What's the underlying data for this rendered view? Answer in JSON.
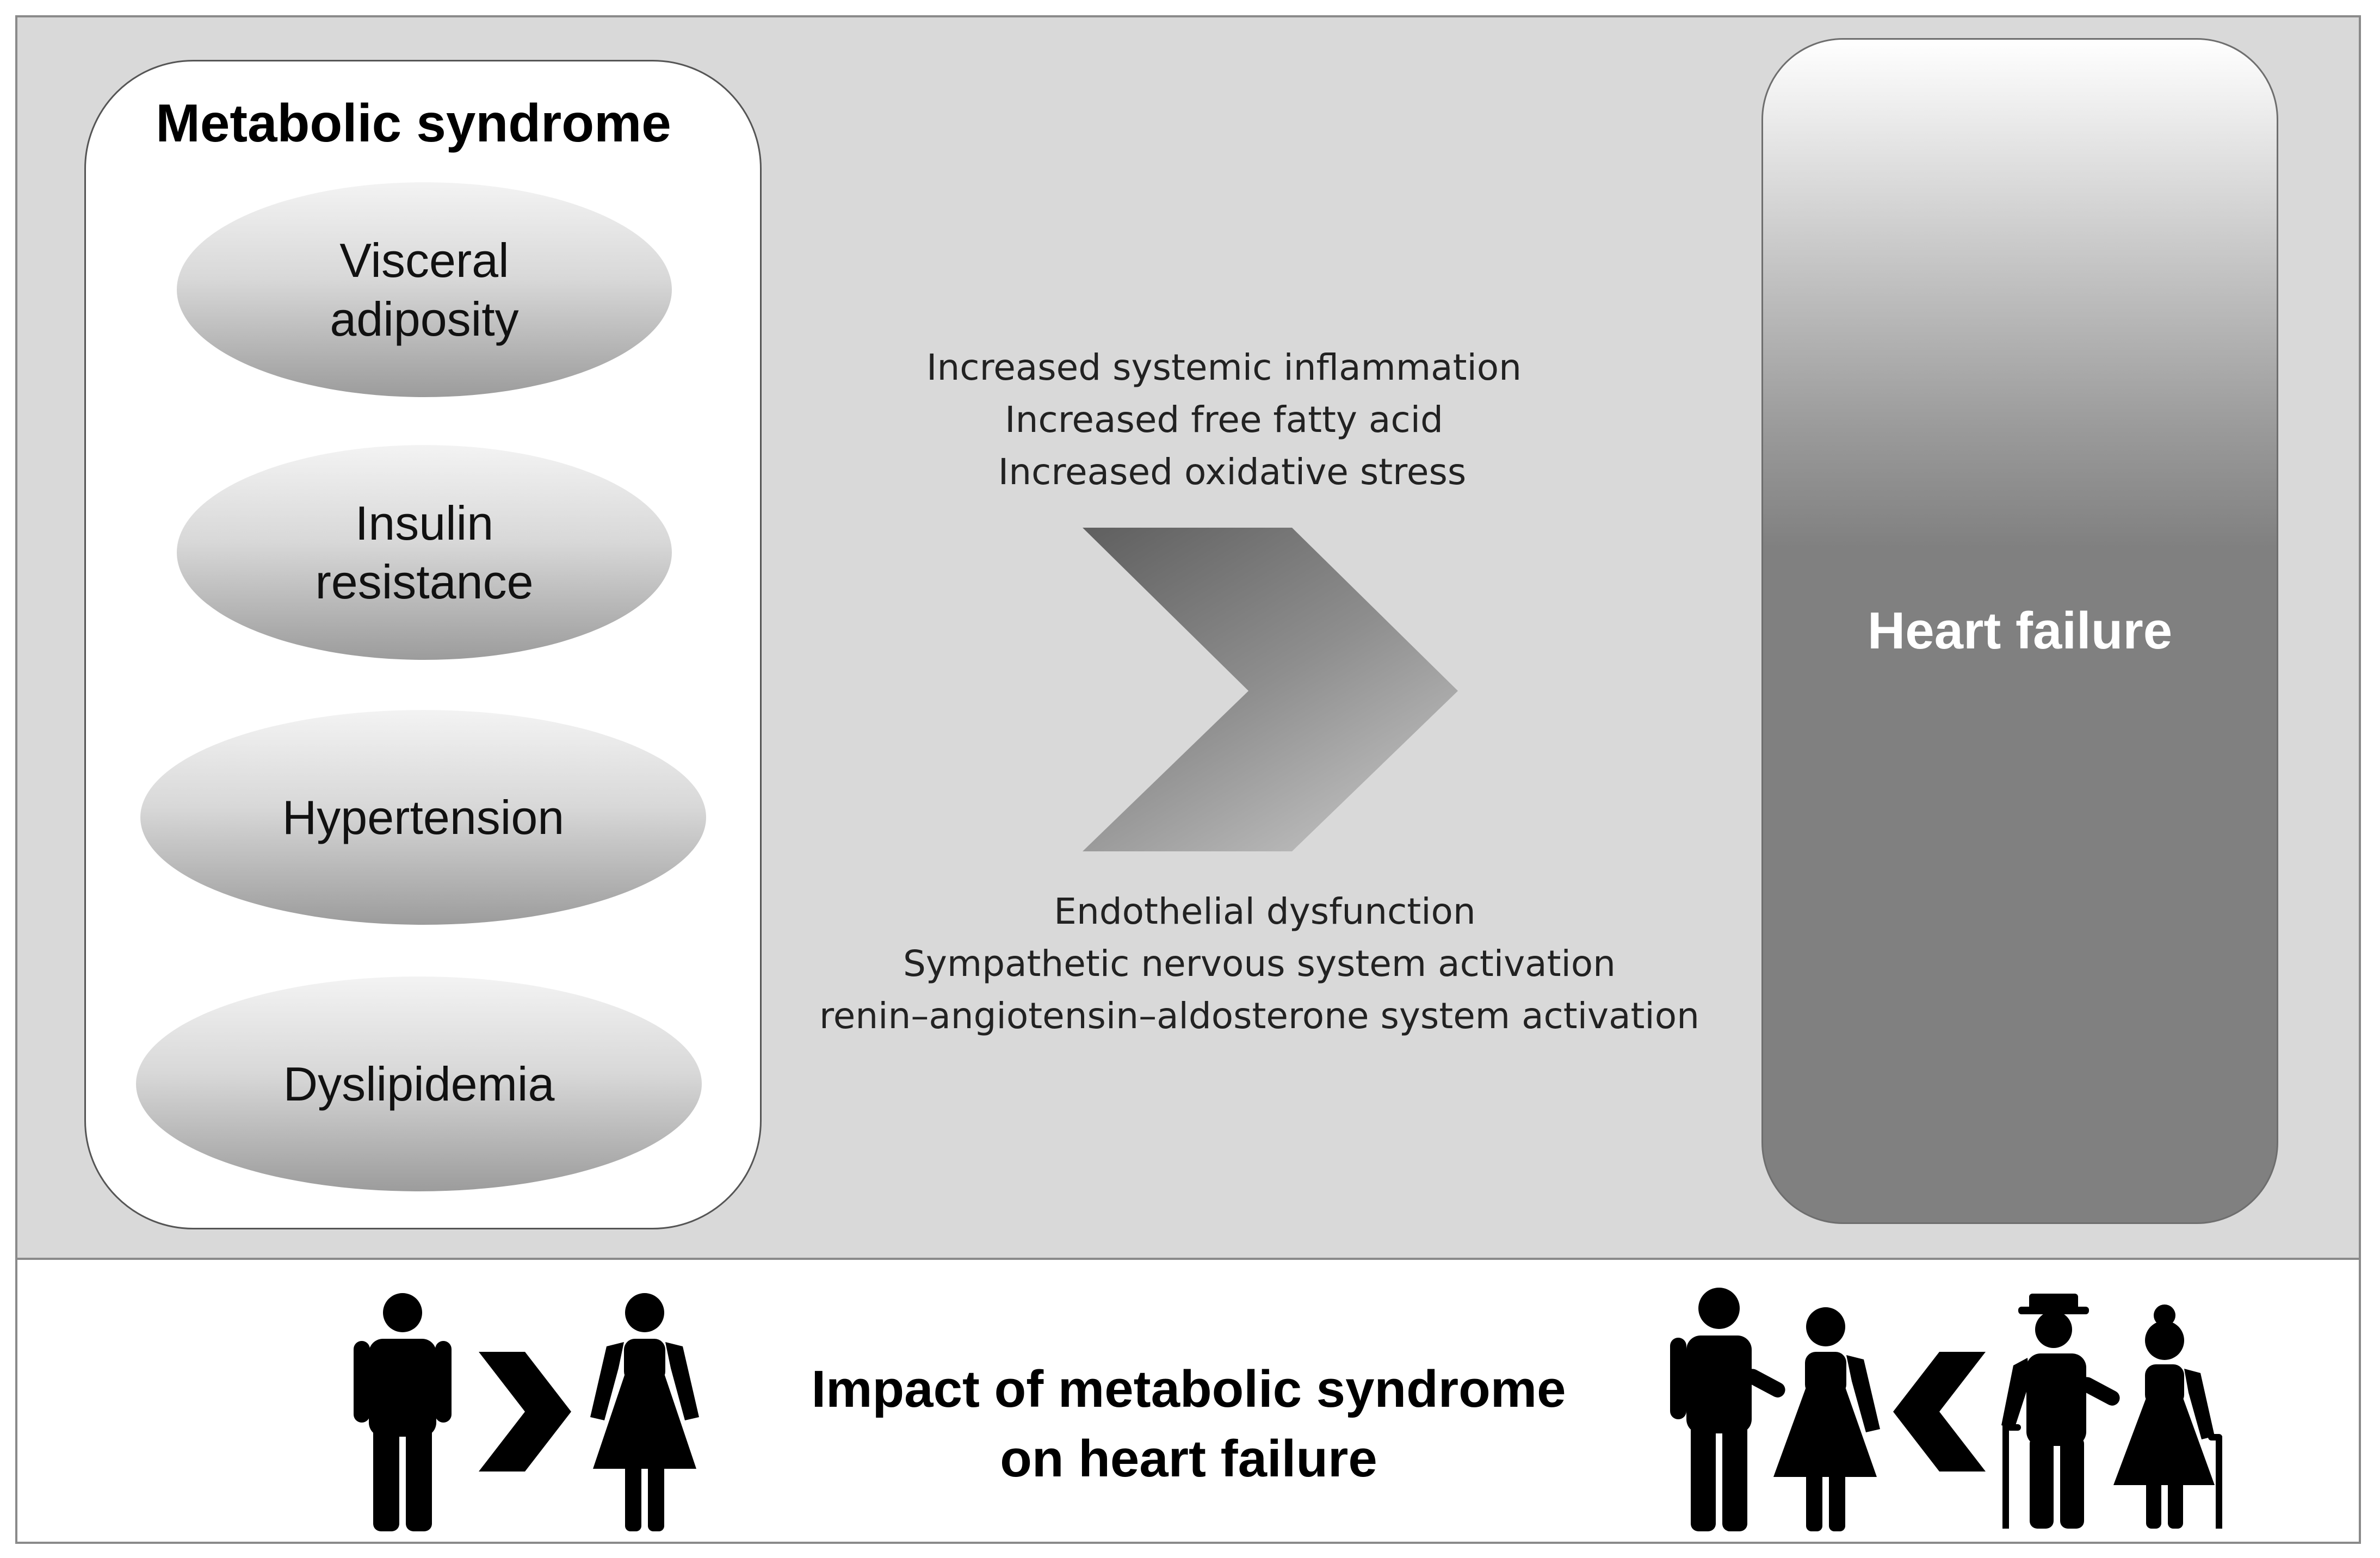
{
  "metabolic_syndrome": {
    "title": "Metabolic syndrome",
    "components": [
      "Visceral\nadiposity",
      "Insulin\nresistance",
      "Hypertension",
      "Dyslipidemia"
    ]
  },
  "mechanisms": {
    "above_arrow": [
      "Increased systemic inflammation",
      "Increased free fatty acid",
      "Increased oxidative stress"
    ],
    "below_arrow": [
      "Endothelial dysfunction",
      "Sympathetic nervous system activation",
      "renin–angiotensin–aldosterone system activation"
    ]
  },
  "outcome": {
    "label": "Heart failure"
  },
  "caption": {
    "line1": "Impact of metabolic syndrome",
    "line2": "on heart failure"
  },
  "icons": {
    "main_arrow": "chevron-right-icon",
    "left_group": [
      "man-icon",
      "chevron-right-icon",
      "woman-icon"
    ],
    "right_group": [
      "young-couple-icon",
      "chevron-left-icon",
      "elderly-couple-with-canes-icon"
    ]
  },
  "colors": {
    "panel_background": "#d9d9d9",
    "heart_failure_box": "#808080",
    "icon_fill": "#000000"
  }
}
